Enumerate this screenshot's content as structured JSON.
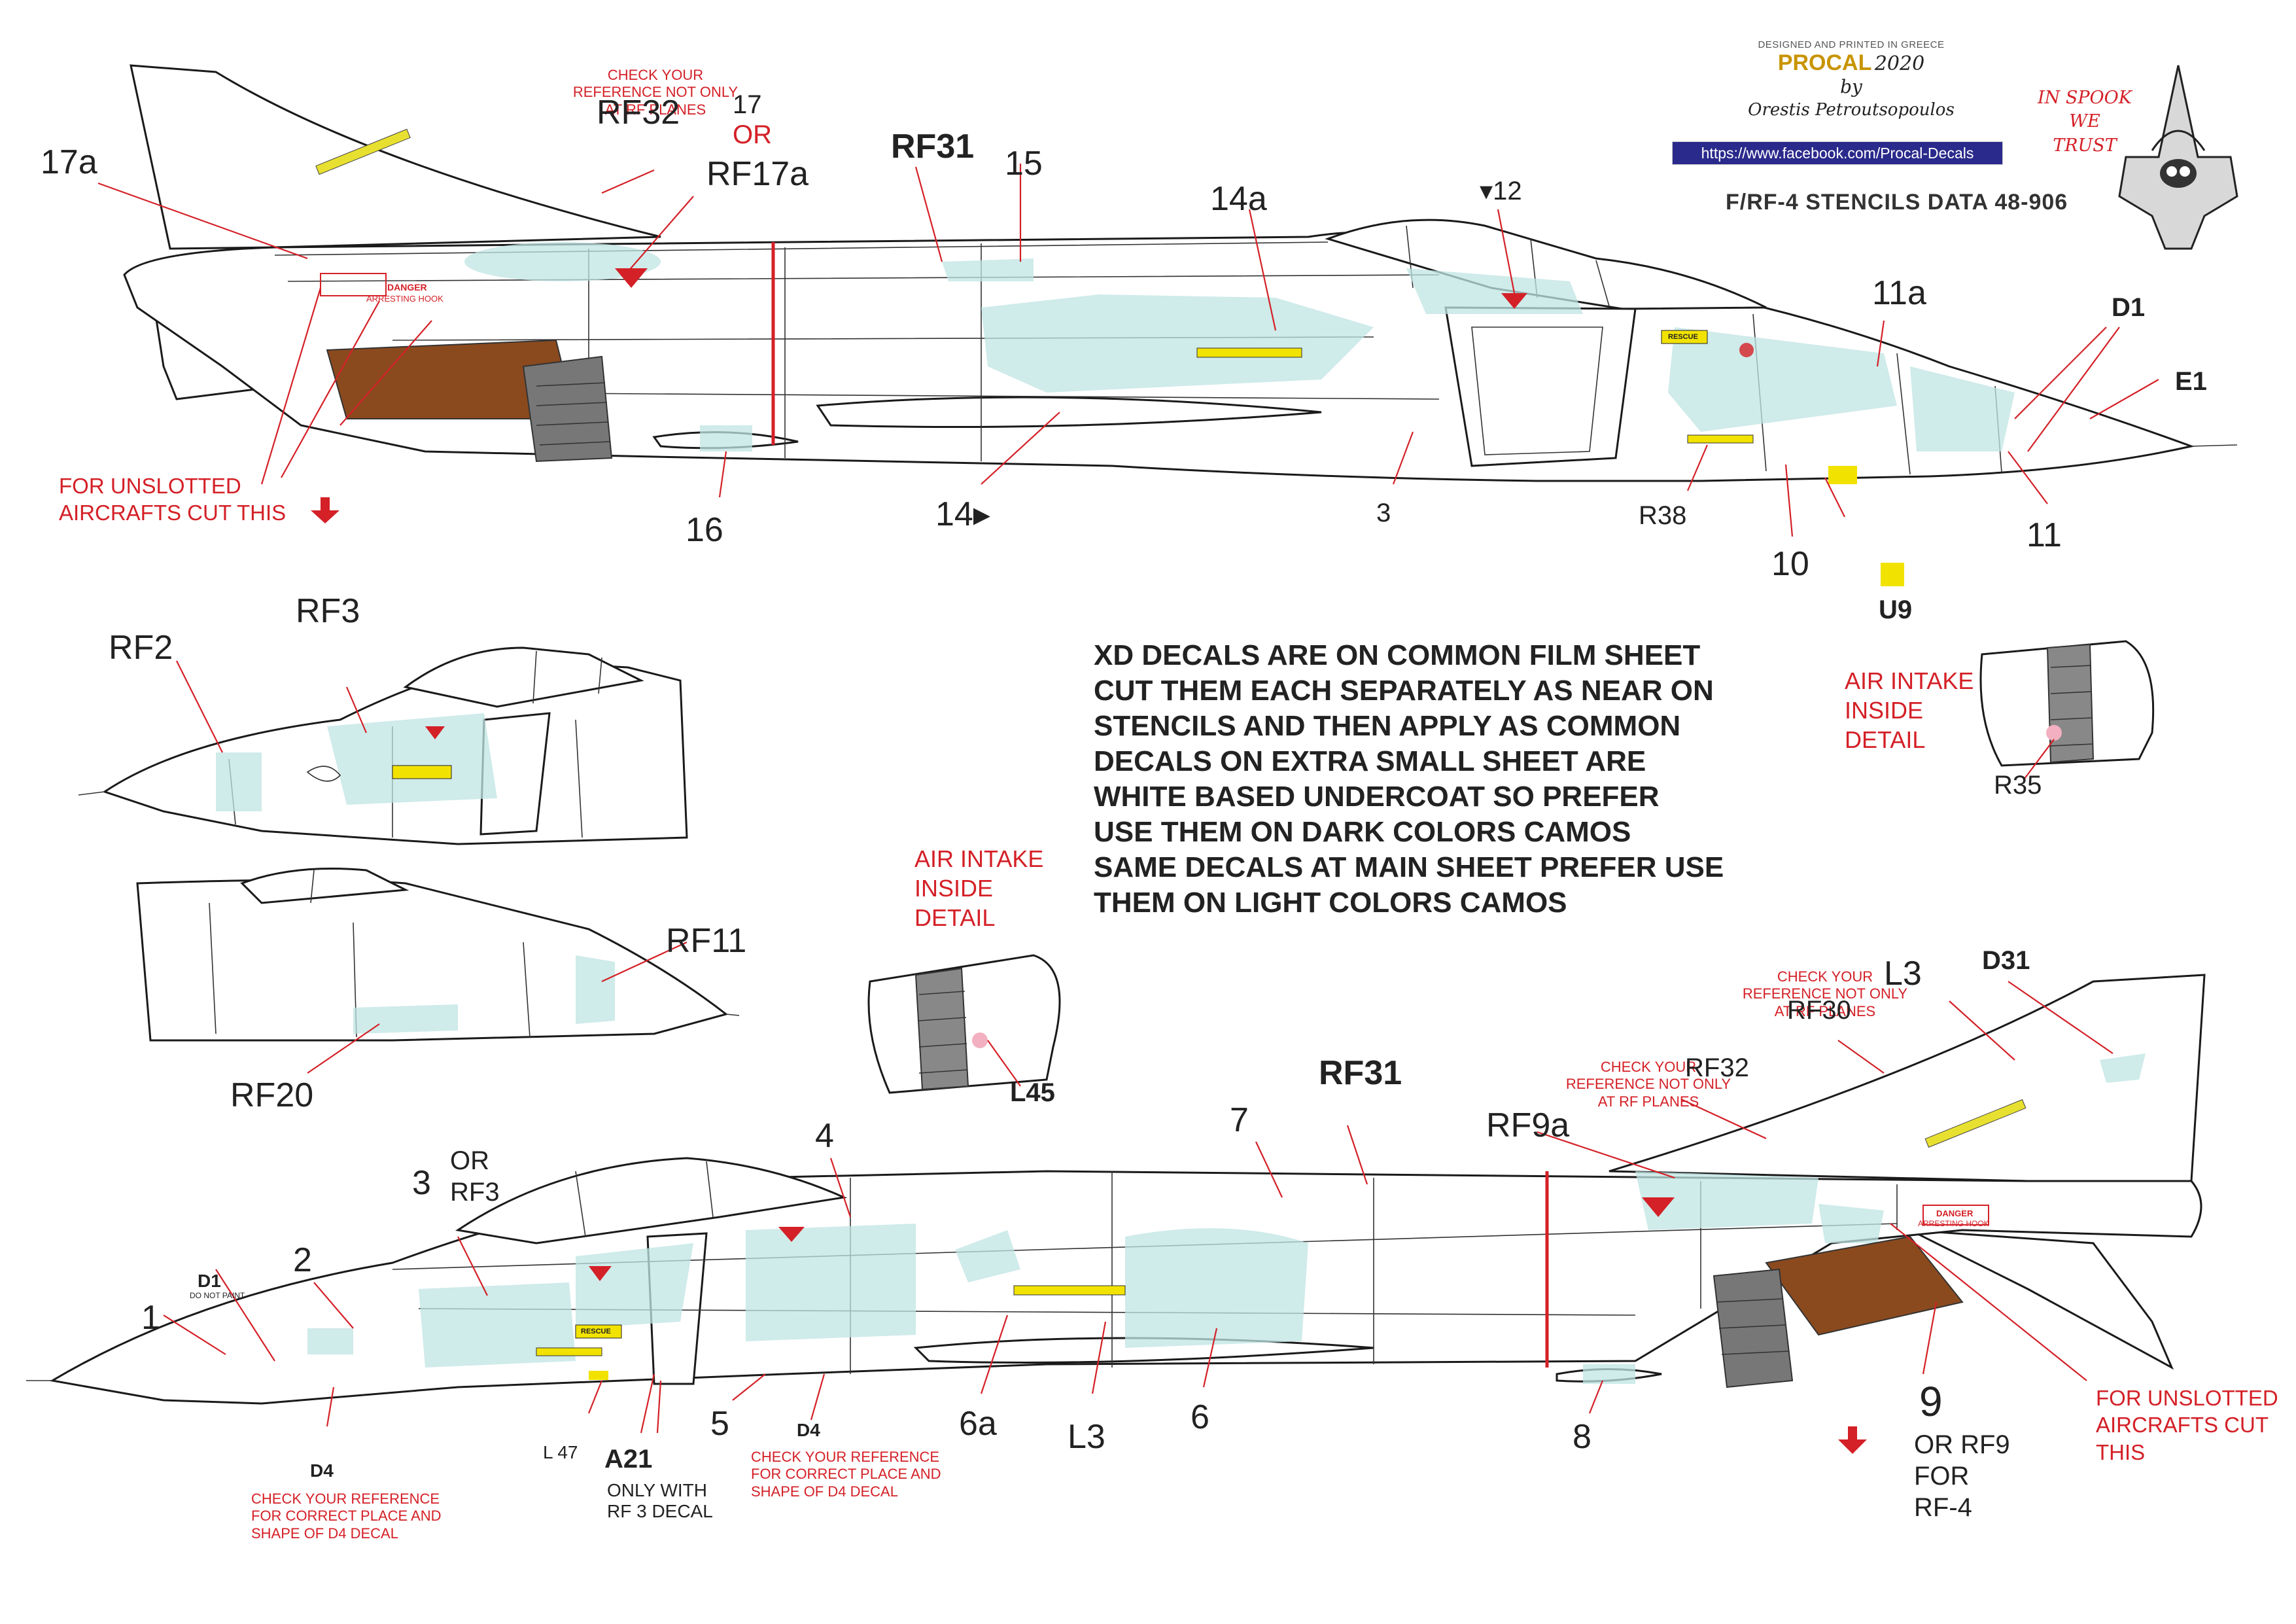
{
  "credits": {
    "designed_line": "DESIGNED AND PRINTED IN GREECE",
    "brand": "PROCAL",
    "year": "2020",
    "by": "by",
    "author": "Orestis Petroutsopoulos",
    "facebook_url": "https://www.facebook.com/Procal-Decals"
  },
  "sheet_label": "F/RF-4    STENCILS DATA   48-906",
  "motto": "IN SPOOK\nWE\nTRUST",
  "notice": "XD DECALS ARE ON COMMON FILM SHEET\nCUT THEM EACH SEPARATELY AS NEAR ON\nSTENCILS AND THEN APPLY AS COMMON\nDECALS ON EXTRA SMALL SHEET ARE\nWHITE BASED UNDERCOAT SO PREFER\nUSE THEM ON DARK COLORS CAMOS\nSAME DECALS AT MAIN SHEET PREFER USE\nTHEM ON LIGHT COLORS CAMOS",
  "top_profile": {
    "labels": {
      "l17a": "17a",
      "check_ref": "CHECK YOUR REFERENCE NOT ONLY AT RF PLANES",
      "rf32": "RF32",
      "l17": "17",
      "or": "OR",
      "rf17a": "RF17a",
      "rf31": "RF31",
      "l15": "15",
      "l14a": "14a",
      "l12": "▾12",
      "l11a": "11a",
      "d1": "D1",
      "e1": "E1",
      "unslotted": "FOR UNSLOTTED AIRCRAFTS CUT THIS",
      "l16": "16",
      "l14": "14▸",
      "l3": "3",
      "r38": "R38",
      "l10": "10",
      "u9": "U9",
      "l11": "11",
      "danger": "DANGER",
      "arresting_hook": "ARRESTING HOOK",
      "rescue": "RESCUE"
    }
  },
  "nose_profiles": {
    "rf2": "RF2",
    "rf3": "RF3",
    "rf11": "RF11",
    "rf20": "RF20"
  },
  "intake_details": {
    "left_title": "AIR INTAKE INSIDE DETAIL",
    "left_code": "L45",
    "right_title": "AIR INTAKE INSIDE DETAIL",
    "right_code": "R35"
  },
  "bottom_profile": {
    "labels": {
      "l1": "1",
      "d1": "D1",
      "do_not_paint": "DO NOT PAINT",
      "l2": "2",
      "l3": "3",
      "or_rf3": "OR\nRF3",
      "l4": "4",
      "l7": "7",
      "rf31": "RF31",
      "rf9a": "RF9a",
      "check_ref_rf": "CHECK YOUR REFERENCE NOT ONLY AT RF PLANES",
      "rf32": "RF32",
      "check_ref_rf30": "CHECK YOUR REFERENCE NOT ONLY AT RF PLANES",
      "rf30": "RF30",
      "l3_top": "L3",
      "d31": "D31",
      "d4_left": "D4",
      "check_d4_left": "CHECK YOUR REFERENCE FOR CORRECT PLACE AND SHAPE OF D4 DECAL",
      "l47": "L 47",
      "a21": "A21",
      "only_with": "ONLY WITH\nRF 3 DECAL",
      "l5": "5",
      "d4_mid": "D4",
      "check_d4_mid": "CHECK YOUR REFERENCE FOR CORRECT PLACE AND SHAPE OF D4 DECAL",
      "l6a": "6a",
      "l3_low": "L3",
      "l6": "6",
      "l8": "8",
      "l9": "9",
      "or_rf9": "OR RF9\nFOR\nRF-4",
      "unslotted": "FOR UNSLOTTED AIRCRAFTS CUT THIS",
      "danger": "DANGER",
      "arresting_hook": "ARRESTING HOOK",
      "rescue": "RESCUE"
    }
  },
  "colors": {
    "accent_red": "#d42027",
    "panel_cyan": "#bfe4e3",
    "hook_brown": "#8b4a1e",
    "decal_yellow": "#f2e200",
    "link_blue": "#2a2a8c"
  }
}
